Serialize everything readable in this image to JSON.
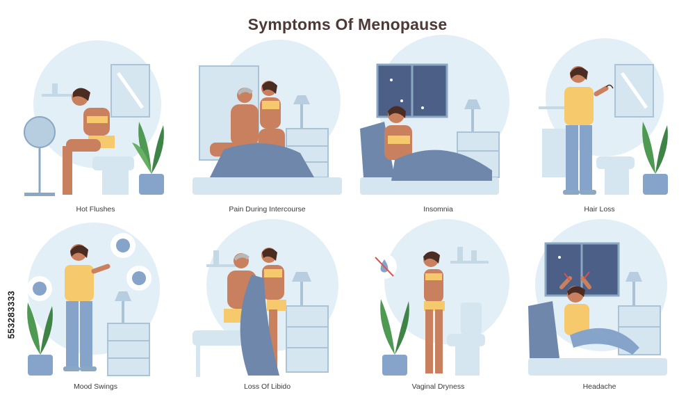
{
  "title": "Symptoms Of Menopause",
  "panels": [
    {
      "label": "Hot Flushes"
    },
    {
      "label": "Pain During Intercourse"
    },
    {
      "label": "Insomnia"
    },
    {
      "label": "Hair Loss"
    },
    {
      "label": "Mood Swings"
    },
    {
      "label": "Loss Of Libido"
    },
    {
      "label": "Vaginal Dryness"
    },
    {
      "label": "Headache"
    }
  ],
  "stock_id": "553283333",
  "colors": {
    "title": "#4d3a36",
    "bubble": "#e3eff6",
    "furniture": "#d6e6f0",
    "skin": "#c9805e",
    "hair": "#4a2c22",
    "top": "#f6c96d",
    "pants": "#86a3c9",
    "blanket": "#6f87aa",
    "plant": "#4f9a52"
  }
}
